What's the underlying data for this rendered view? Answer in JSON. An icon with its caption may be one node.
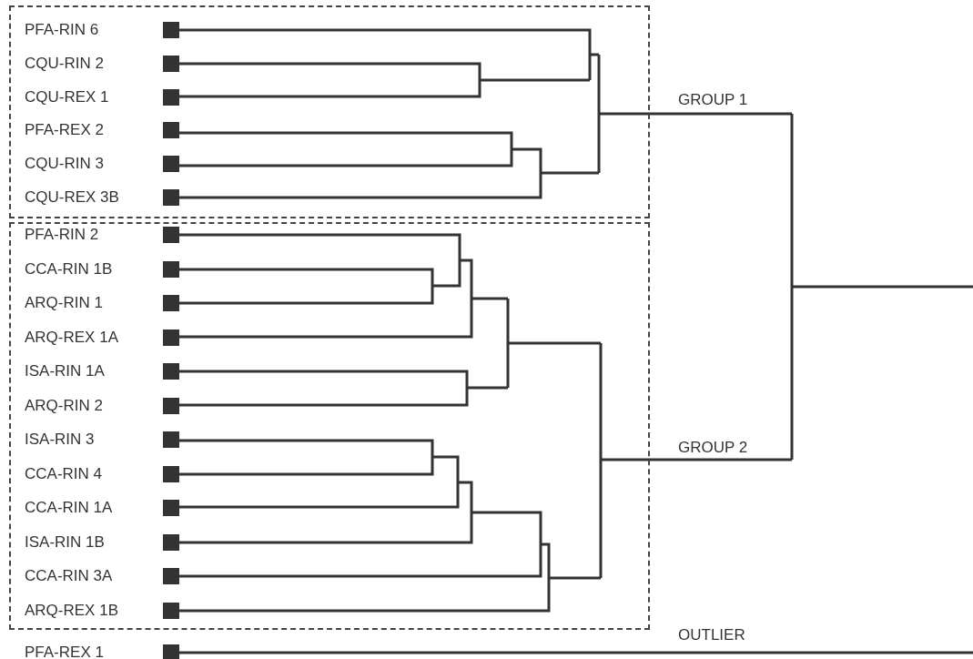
{
  "diagram": {
    "nodes": [
      {
        "text": [],
        "shape": "box"
      },
      {
        "text": [
          "PFA-RIN 6"
        ],
        "in": 0
      },
      {
        "text": [
          "CQU-RIN 2"
        ],
        "in": 0
      },
      {
        "text": [
          "CQU-REX 1"
        ],
        "in": 0
      },
      {
        "text": [
          "PFA-REX 2"
        ],
        "in": 0
      },
      {
        "text": [
          "CQU-RIN 3"
        ],
        "in": 0
      },
      {
        "text": [
          "CQU-REX 3B"
        ],
        "in": 0
      },
      {
        "text": [],
        "shape": "box"
      },
      {
        "text": [
          "PFA-RIN 2"
        ],
        "in": 7
      },
      {
        "text": [
          "CCA-RIN 1B"
        ],
        "in": 7
      },
      {
        "text": [
          "ARQ-RIN 1"
        ],
        "in": 7
      },
      {
        "text": [
          "ARQ-REX 1A"
        ],
        "in": 7
      },
      {
        "text": [
          "ISA-RIN 1A"
        ],
        "in": 7
      },
      {
        "text": [
          "ARQ-RIN 2"
        ],
        "in": 7
      },
      {
        "text": [
          "ISA-RIN 3"
        ],
        "in": 7
      },
      {
        "text": [
          "CCA-RIN 4"
        ],
        "in": 7
      },
      {
        "text": [
          "CCA-RIN 1A"
        ],
        "in": 7
      },
      {
        "text": [
          "ISA-RIN 1B"
        ],
        "in": 7
      },
      {
        "text": [
          "CCA-RIN 3A"
        ],
        "in": 7
      },
      {
        "text": [
          "ARQ-REX 1B"
        ],
        "in": 7
      },
      {
        "text": [
          "PFA-REX 1"
        ]
      }
    ],
    "edges": [],
    "labels": [
      "GROUP 1",
      "GROUP 2",
      "OUTLIER"
    ]
  }
}
